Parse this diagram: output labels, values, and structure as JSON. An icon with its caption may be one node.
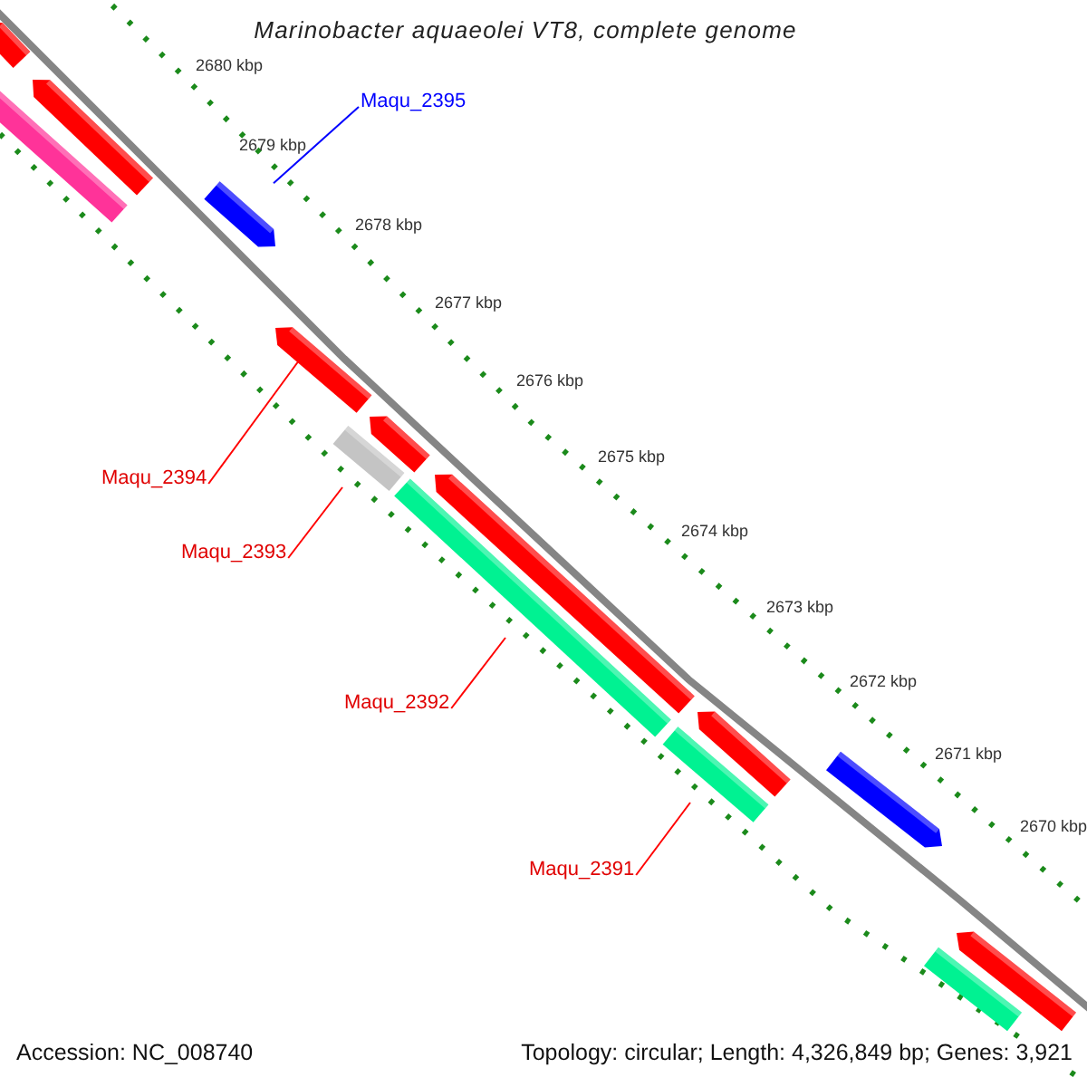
{
  "diagram": {
    "title": "Marinobacter aquaeolei VT8, complete genome",
    "nodes": [
      {
        "text": [],
        "shape": "arrow"
      },
      {
        "text": [],
        "shape": "arrow"
      },
      {
        "text": [],
        "shape": "bar"
      },
      {
        "text": [
          "Maqu_2395"
        ]
      },
      {
        "text": [],
        "shape": "arrow"
      },
      {
        "text": [],
        "shape": "arrow"
      },
      {
        "text": [],
        "shape": "arrow"
      },
      {
        "text": [],
        "shape": "bar"
      },
      {
        "text": [],
        "shape": "arrow"
      },
      {
        "text": [],
        "shape": "bar"
      },
      {
        "text": [
          "Maqu_2394"
        ]
      },
      {
        "text": [
          "Maqu_2393"
        ]
      },
      {
        "text": [],
        "shape": "arrow"
      },
      {
        "text": [
          "Maqu_2392"
        ]
      },
      {
        "text": [],
        "shape": "bar"
      },
      {
        "text": [],
        "shape": "arrow"
      },
      {
        "text": [
          "Maqu_2391"
        ]
      },
      {
        "text": [],
        "shape": "arrow"
      },
      {
        "text": [],
        "shape": "bar"
      }
    ],
    "edges": [
      {
        "from": 3,
        "to": 4,
        "arrow": "none",
        "color": "#0000ff"
      },
      {
        "from": 10,
        "to": 5,
        "arrow": "none"
      },
      {
        "from": 11,
        "to": 7,
        "arrow": "none"
      },
      {
        "from": 13,
        "to": 9,
        "arrow": "none"
      },
      {
        "from": 16,
        "to": 14,
        "arrow": "none"
      }
    ],
    "labels": [
      "2680 kbp",
      "2679 kbp",
      "2678 kbp",
      "2677 kbp",
      "2676 kbp",
      "2675 kbp",
      "2674 kbp",
      "2673 kbp",
      "2672 kbp",
      "2671 kbp",
      "2670 kbp",
      "Accession: NC_008740",
      "Topology: circular; Length: 4,326,849 bp; Genes: 3,921"
    ]
  }
}
